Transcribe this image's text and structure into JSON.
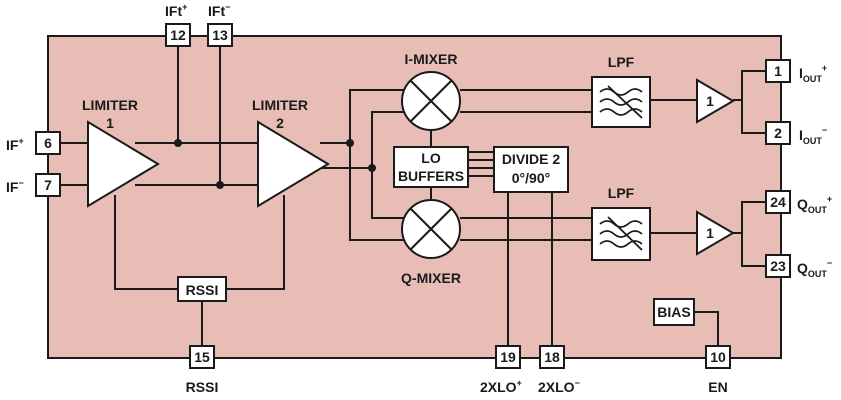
{
  "colors": {
    "chip_fill": "#e8bdb5",
    "stroke": "#1a1a1a",
    "block_fill": "#ffffff"
  },
  "blocks": {
    "limiter1": {
      "name": "LIMITER",
      "index": "1"
    },
    "limiter2": {
      "name": "LIMITER",
      "index": "2"
    },
    "i_mixer": "I-MIXER",
    "q_mixer": "Q-MIXER",
    "lpf_top": "LPF",
    "lpf_bottom": "LPF",
    "lo_buffers": {
      "line1": "LO",
      "line2": "BUFFERS"
    },
    "divide": {
      "line1": "DIVIDE 2",
      "line2": "0°/90°"
    },
    "rssi_block": "RSSI",
    "bias": "BIAS",
    "out_amp_top": "1",
    "out_amp_bottom": "1"
  },
  "pins": {
    "ift_plus": {
      "num": "12",
      "label": "IFt",
      "sup": "+"
    },
    "ift_minus": {
      "num": "13",
      "label": "IFt",
      "sup": "−"
    },
    "if_plus": {
      "num": "6",
      "label": "IF",
      "sup": "+"
    },
    "if_minus": {
      "num": "7",
      "label": "IF",
      "sup": "−"
    },
    "iout_plus": {
      "num": "1",
      "label": "I",
      "sub": "OUT",
      "sup": "+"
    },
    "iout_minus": {
      "num": "2",
      "label": "I",
      "sub": "OUT",
      "sup": "−"
    },
    "qout_plus": {
      "num": "24",
      "label": "Q",
      "sub": "OUT",
      "sup": "+"
    },
    "qout_minus": {
      "num": "23",
      "label": "Q",
      "sub": "OUT",
      "sup": "−"
    },
    "rssi": {
      "num": "15",
      "label": "RSSI"
    },
    "xlo_plus": {
      "num": "19",
      "label": "2XLO",
      "sup": "+"
    },
    "xlo_minus": {
      "num": "18",
      "label": "2XLO",
      "sup": "−"
    },
    "en": {
      "num": "10",
      "label": "EN"
    }
  }
}
